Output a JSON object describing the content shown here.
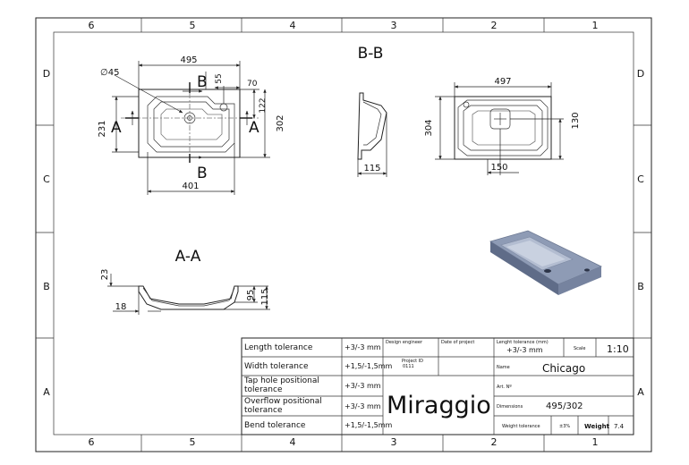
{
  "border": {
    "cols_top": [
      "6",
      "5",
      "4",
      "3",
      "2",
      "1"
    ],
    "cols_bottom": [
      "6",
      "5",
      "4",
      "3",
      "2",
      "1"
    ],
    "rows_left": [
      "D",
      "C",
      "B",
      "A"
    ],
    "rows_right": [
      "D",
      "C",
      "B",
      "A"
    ]
  },
  "views": {
    "bb_title": "B-B",
    "aa_title": "A-A",
    "top_view": {
      "width": "495",
      "hole_dia": "∅45",
      "offset_55": "55",
      "offset_70": "70",
      "depth_122": "122",
      "height_302": "302",
      "inner_231": "231",
      "bottom_401": "401",
      "section_a": "A",
      "section_b": "B"
    },
    "section_bb": {
      "width_115": "115"
    },
    "right_view": {
      "width": "497",
      "height": "304",
      "drain_130": "130",
      "drain_150": "150"
    },
    "section_aa": {
      "dim_23": "23",
      "dim_18": "18",
      "dim_95": "95",
      "dim_115": "115"
    }
  },
  "title_block": {
    "rows": [
      {
        "label": "Length tolerance",
        "value": "+3/-3 mm"
      },
      {
        "label": "Width tolerance",
        "value": "+1,5/-1,5mm"
      },
      {
        "label": "Tap hole positional\ntolerance",
        "value": "+3/-3 mm"
      },
      {
        "label": "Overflow positional\ntolerance",
        "value": "+3/-3 mm"
      },
      {
        "label": "Bend tolerance",
        "value": "+1,5/-1,5mm"
      }
    ],
    "design_engineer": "Design engineer",
    "date_of_project": "Date of project",
    "length_tolerance_hdr": "Lenght tolerance (mm)",
    "length_tolerance_val": "+3/-3  mm",
    "scale_label": "Scale",
    "scale_value": "1:10",
    "project_id_label": "Project ID",
    "project_id_value": "0111",
    "name_label": "Name",
    "name_value": "Chicago",
    "art_label": "Art. Nº",
    "dimensions_label": "Dimensions",
    "dimensions_value": "495/302",
    "brand": "Miraggio",
    "weight_tolerance_label": "Weight tolerance",
    "weight_tolerance_value": "±3%",
    "weight_label": "Weight",
    "weight_value": "7.4"
  }
}
